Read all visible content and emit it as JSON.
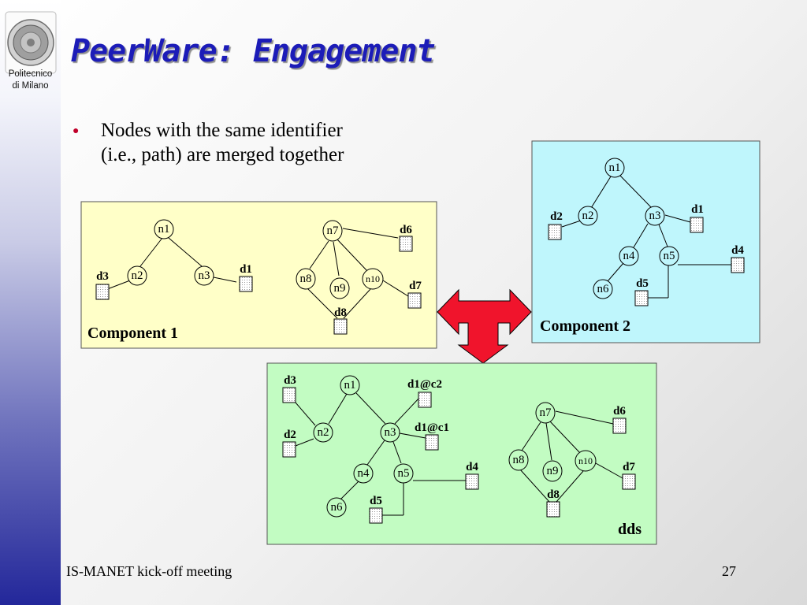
{
  "title": "PeerWare: Engagement",
  "institution": {
    "line1": "Politecnico",
    "line2": "di Milano"
  },
  "bullet": {
    "line1": "Nodes with the same identifier",
    "line2": "(i.e., path) are merged together"
  },
  "colors": {
    "title": "#1c1cb8",
    "component1_bg": "#ffffc8",
    "component2_bg": "#bff6fc",
    "dds_bg": "#c2fcc2",
    "arrow": "#f0142c"
  },
  "component1": {
    "label": "Component 1",
    "nodes": {
      "n1": "n1",
      "n2": "n2",
      "n3": "n3",
      "n7": "n7",
      "n8": "n8",
      "n9": "n9",
      "n10": "n10"
    },
    "docs": {
      "d1": "d1",
      "d3": "d3",
      "d6": "d6",
      "d7": "d7",
      "d8": "d8"
    }
  },
  "component2": {
    "label": "Component 2",
    "nodes": {
      "n1": "n1",
      "n2": "n2",
      "n3": "n3",
      "n4": "n4",
      "n5": "n5",
      "n6": "n6"
    },
    "docs": {
      "d1": "d1",
      "d2": "d2",
      "d4": "d4",
      "d5": "d5"
    }
  },
  "dds": {
    "label": "dds",
    "nodes": {
      "n1": "n1",
      "n2": "n2",
      "n3": "n3",
      "n4": "n4",
      "n5": "n5",
      "n6": "n6",
      "n7": "n7",
      "n8": "n8",
      "n9": "n9",
      "n10": "n10"
    },
    "docs": {
      "d3": "d3",
      "d2": "d2",
      "d1c2": "d1@c2",
      "d1c1": "d1@c1",
      "d4": "d4",
      "d5": "d5",
      "d6": "d6",
      "d7": "d7",
      "d8": "d8"
    }
  },
  "footer": {
    "left": "IS-MANET kick-off meeting",
    "page": "27"
  }
}
